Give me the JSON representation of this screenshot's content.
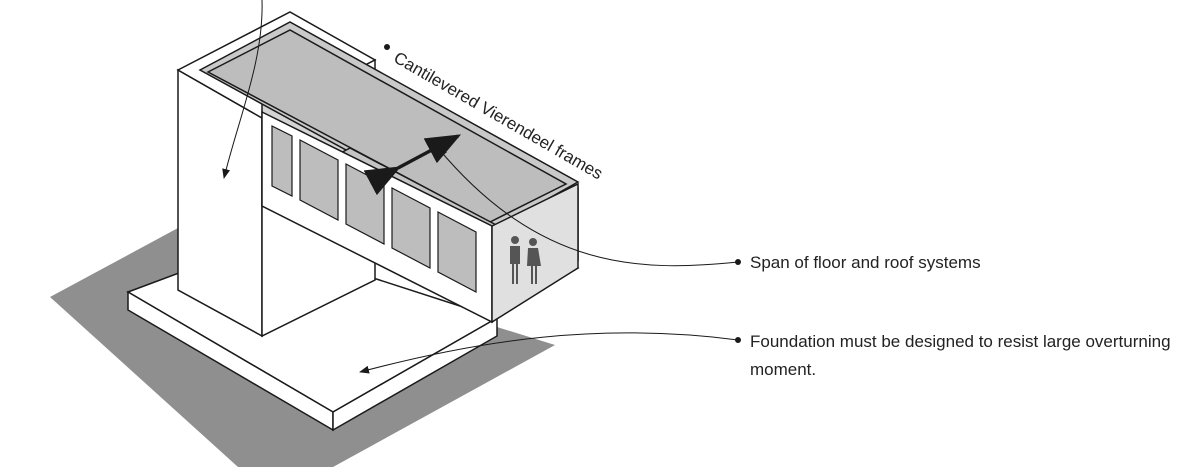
{
  "labels": {
    "frames": "Cantilevered Vierendeel frames",
    "span": "Span of floor and roof systems",
    "foundation_line1": "Foundation must be designed to resist large overturning",
    "foundation_line2": "moment."
  },
  "colors": {
    "shadow": "#8f8f8f",
    "glass": "#d4d4d4",
    "interior": "#c4c4c4",
    "line": "#1a1a1a",
    "wall": "#ffffff"
  }
}
